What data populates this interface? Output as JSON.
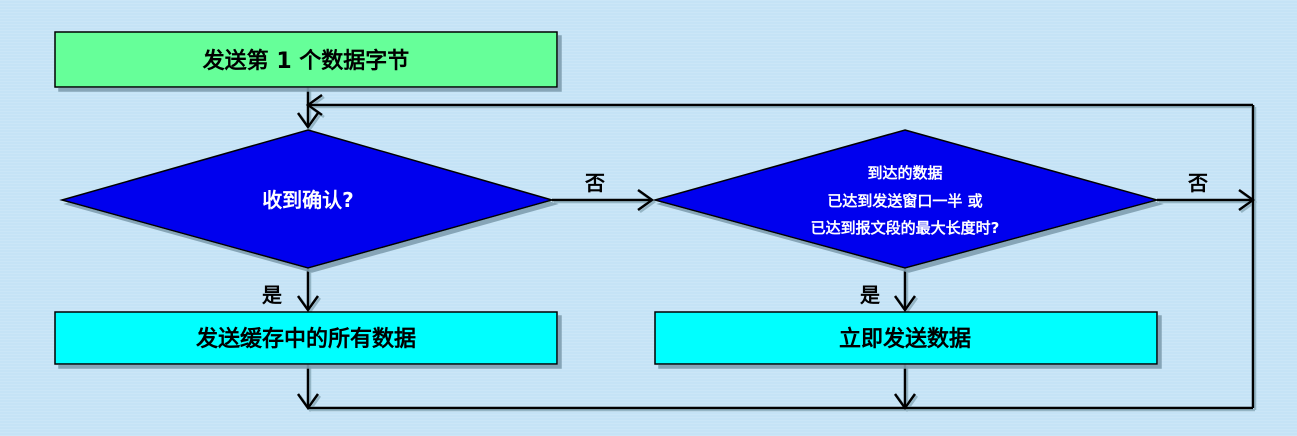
{
  "diagram": {
    "start_box": "发送第 1 个数据字节",
    "decision_ack": "收到确认?",
    "decision_buffer": {
      "line1": "到达的数据",
      "line2": "已达到发送窗口一半 或",
      "line3": "已达到报文段的最大长度时?"
    },
    "box_send_all": "发送缓存中的所有数据",
    "box_send_now": "立即发送数据",
    "label_no_1": "否",
    "label_no_2": "否",
    "label_yes_1": "是",
    "label_yes_2": "是"
  },
  "colors": {
    "background": "#c5e3f6",
    "start_fill": "#66ff99",
    "process_fill": "#00ffff",
    "decision_fill": "#0000ee"
  }
}
